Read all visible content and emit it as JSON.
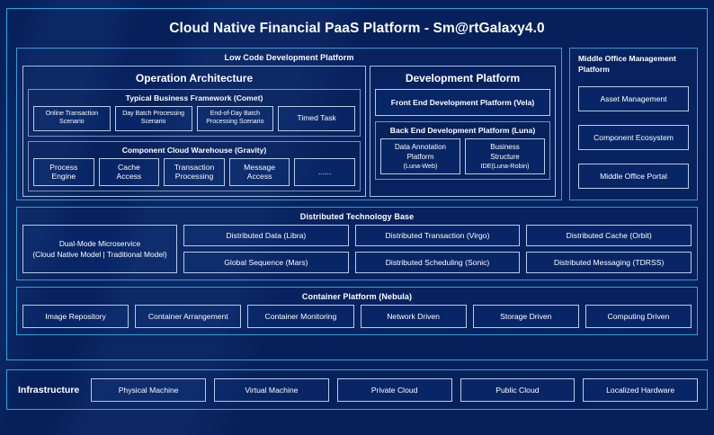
{
  "header": {
    "title": "Cloud Native Financial PaaS Platform - Sm@rtGalaxy4.0"
  },
  "colors": {
    "page_background": "#06205c",
    "outer_border": "#29a8e0",
    "section_border": "#2f9fd6",
    "box_border": "#b9cbe6",
    "text": "#ffffff"
  },
  "low_code": {
    "title": "Low Code Development Platform",
    "operation_architecture": {
      "title": "Operation Architecture",
      "groups": [
        {
          "title": "Typical Business Framework (Comet)",
          "items": [
            "Online Transaction\nScenario",
            "Day Batch Processing\nScenario",
            "End-of-Day Batch\nProcessing Scenario",
            "Timed Task"
          ]
        },
        {
          "title": "Component Cloud Warehouse (Gravity)",
          "items": [
            "Process\nEngine",
            "Cache\nAccess",
            "Transaction\nProcessing",
            "Message\nAccess",
            "......"
          ]
        }
      ]
    },
    "development_platform": {
      "title": "Development Platform",
      "front_end": "Front End Development Platform (Vela)",
      "back_end": {
        "title": "Back End Development Platform (Luna)",
        "items": [
          {
            "line1": "Data Annotation",
            "line2": "Platform",
            "line3": "(Luna-Web)"
          },
          {
            "line1": "Business",
            "line2": "Structure",
            "line3": "IDE(Luna-Robin)"
          }
        ]
      }
    }
  },
  "middle_office": {
    "title": "Middle Office Management Platform",
    "items": [
      "Asset Management",
      "Component Ecosystem",
      "Middle Office Portal"
    ]
  },
  "distributed_technology_base": {
    "title": "Distributed Technology Base",
    "highlight": "Dual-Mode Microservice\n(Cloud Native Model | Traditional Model)",
    "columns": [
      [
        "Distributed Data (Libra)",
        "Global Sequence (Mars)"
      ],
      [
        "Distributed Transaction (Virgo)",
        "Distributed Scheduling (Sonic)"
      ],
      [
        "Distributed Cache (Orbit)",
        "Distributed Messaging (TDRSS)"
      ]
    ]
  },
  "container_platform": {
    "title": "Container Platform (Nebula)",
    "items": [
      "Image Repository",
      "Container Arrangement",
      "Container Monitoring",
      "Network Driven",
      "Storage Driven",
      "Computing Driven"
    ]
  },
  "infrastructure": {
    "label": "Infrastructure",
    "items": [
      "Physical Machine",
      "Virtual Machine",
      "Private Cloud",
      "Public Cloud",
      "Localized Hardware"
    ]
  }
}
